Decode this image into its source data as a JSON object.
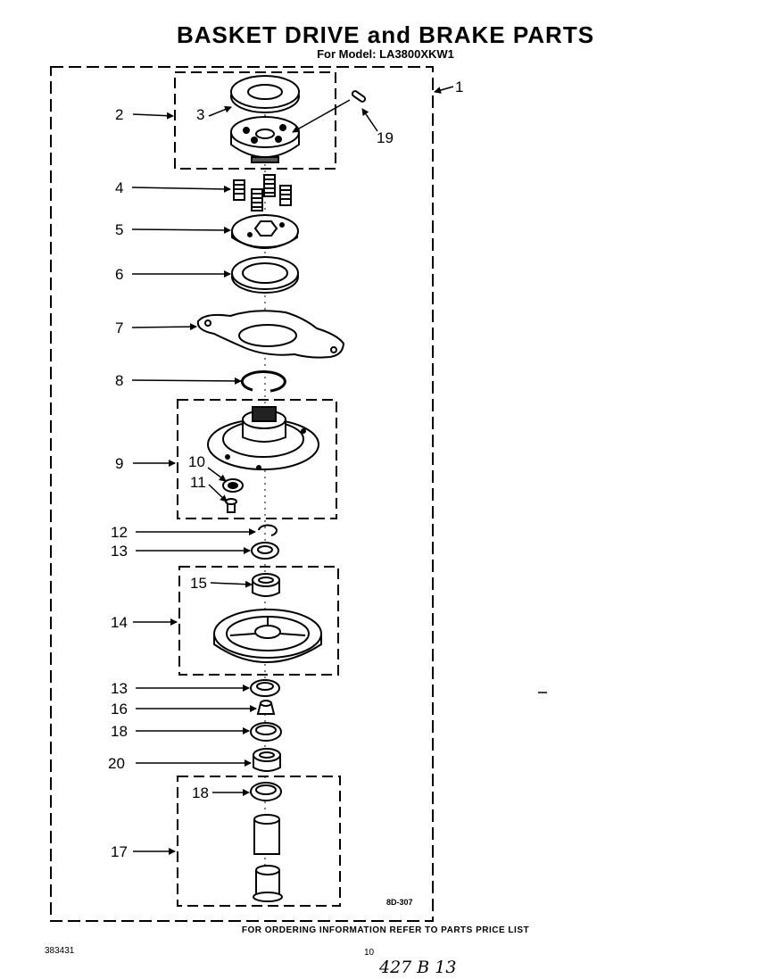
{
  "title": "BASKET DRIVE and BRAKE PARTS",
  "subtitle": "For Model: LA3800XKW1",
  "footer_note": "FOR ORDERING INFORMATION REFER TO PARTS PRICE LIST",
  "doc_number": "383431",
  "page_number": "10",
  "handwritten": "427 B 13",
  "drawing_code": "8D-307",
  "callouts": {
    "c1": "1",
    "c2": "2",
    "c3": "3",
    "c4": "4",
    "c5": "5",
    "c6": "6",
    "c7": "7",
    "c8": "8",
    "c9": "9",
    "c10": "10",
    "c11": "11",
    "c12": "12",
    "c13a": "13",
    "c13b": "13",
    "c14": "14",
    "c15": "15",
    "c16": "16",
    "c17": "17",
    "c18a": "18",
    "c18b": "18",
    "c19": "19",
    "c20": "20"
  }
}
